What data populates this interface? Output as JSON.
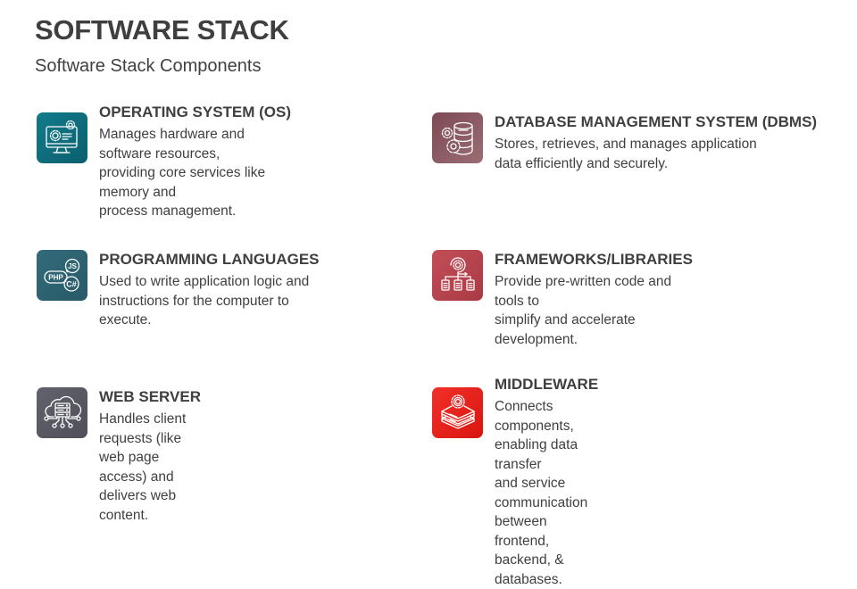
{
  "header": {
    "title": "SOFTWARE STACK",
    "subtitle": "Software Stack Components"
  },
  "items": [
    {
      "title": "OPERATING SYSTEM (OS)",
      "description": "Manages hardware and software resources,\nproviding core services like memory and\nprocess management.",
      "icon": "computer-gear-icon",
      "color": "#0e6d7d"
    },
    {
      "title": "DATABASE MANAGEMENT SYSTEM (DBMS)",
      "description": "Stores, retrieves, and manages application\ndata efficiently and  securely.",
      "icon": "database-gears-icon",
      "color": "#8a5a64"
    },
    {
      "title": "PROGRAMMING LANGUAGES",
      "description": "Used to write application logic and\ninstructions for the computer to execute.",
      "icon": "code-languages-icon",
      "icon_labels": [
        "JS",
        "PHP",
        "C#"
      ],
      "color": "#2f6473"
    },
    {
      "title": "FRAMEWORKS/LIBRARIES",
      "description": "Provide pre-written code and tools to\nsimplify and accelerate development.",
      "icon": "framework-hierarchy-icon",
      "color": "#b84550"
    },
    {
      "title": "WEB SERVER",
      "description": "Handles client requests (like web page\naccess) and delivers web content.",
      "icon": "cloud-server-icon",
      "color": "#5b5b66"
    },
    {
      "title": "MIDDLEWARE",
      "description": "Connects components, enabling data transfer\nand service communication between frontend,\nbackend, & databases.",
      "icon": "layers-gear-icon",
      "color": "#e8221f"
    }
  ]
}
